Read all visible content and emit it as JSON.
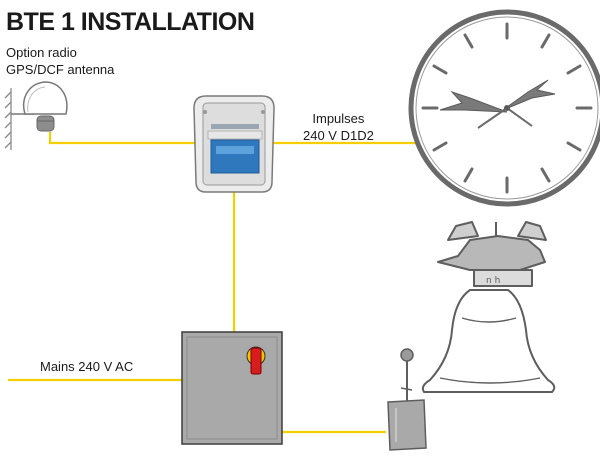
{
  "title": "BTE 1 INSTALLATION",
  "labels": {
    "antenna_line1": "Option radio",
    "antenna_line2": "GPS/DCF antenna",
    "impulses_line1": "Impulses",
    "impulses_line2": "240 V D1D2",
    "mains": "Mains 240 V AC"
  },
  "colors": {
    "wire": "#f5d000",
    "sketch": "#666666",
    "clock_face": "#ffffff",
    "panel_body": "#a9a9a9",
    "controller_screen": "#2f78bd",
    "switch_red": "#d71d1d",
    "switch_yellow": "#f3c300"
  }
}
